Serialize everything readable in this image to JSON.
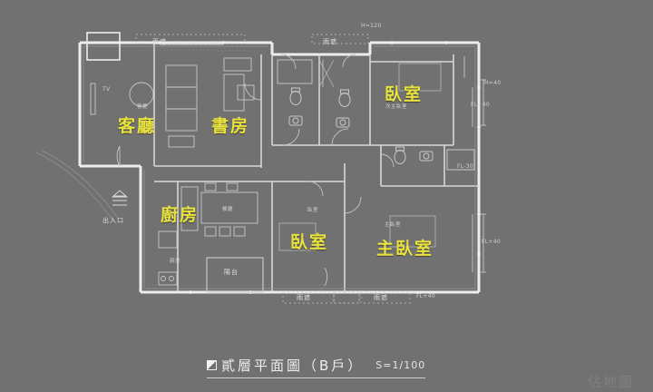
{
  "drawing": {
    "title": "貳層平面圖（B戶）",
    "scale": "S=1/100",
    "type": "architectural-floor-plan"
  },
  "rooms": [
    {
      "id": "living",
      "label": "客廳",
      "sub": "客廳"
    },
    {
      "id": "study",
      "label": "書房",
      "sub": ""
    },
    {
      "id": "kitchen",
      "label": "廚房",
      "sub": "廚房"
    },
    {
      "id": "bedroom2",
      "label": "臥室",
      "sub": "次主臥室"
    },
    {
      "id": "bedroom3",
      "label": "臥室",
      "sub": "臥室"
    },
    {
      "id": "master",
      "label": "主臥室",
      "sub": "主臥室"
    }
  ],
  "labels": {
    "dining": "餐廳",
    "balcony": "陽台",
    "entrance": "出入口",
    "tv": "TV",
    "kitchenette": "廚房",
    "canopy": "雨遮"
  },
  "annotations": {
    "h120": "H=120",
    "h40": "H=40",
    "fl40_right_top": "FL+40",
    "fl40_right_bottom": "FL+40",
    "fl40_bottom": "FL+40",
    "fl30": "FL-30",
    "canopy_top_left": "雨遮",
    "canopy_top_right": "雨遮",
    "canopy_bottom_left": "雨遮",
    "canopy_bottom_right": "雨遮"
  },
  "watermark": "佔地圖",
  "colors": {
    "background": "#717171",
    "wall": "#e9e9e9",
    "fixture": "#c9c9c9",
    "room_label": "#e8e23c",
    "annotation": "#dcdcdc"
  }
}
